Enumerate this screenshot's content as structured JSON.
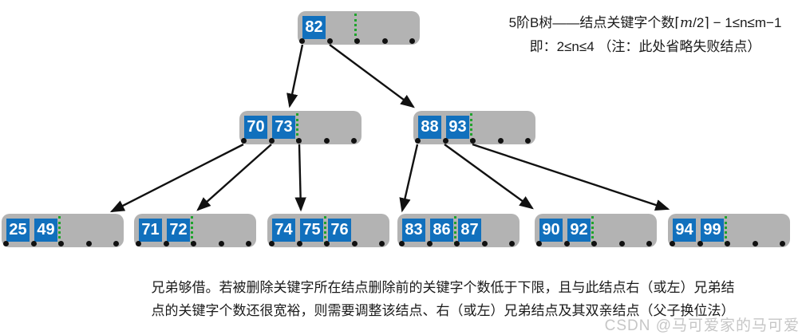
{
  "annotation": {
    "line1_prefix": "5阶B树——结点关键字个数⌈",
    "line1_var": "m",
    "line1_suffix": "/2⌉ − 1≤n≤m−1",
    "line2": "即：2≤n≤4 （注：此处省略失败结点）"
  },
  "tree": {
    "type": "b-tree",
    "order": "5",
    "root": {
      "keys": [
        "82"
      ]
    },
    "internal": [
      {
        "keys": [
          "70",
          "73"
        ]
      },
      {
        "keys": [
          "88",
          "93"
        ]
      }
    ],
    "leaves": [
      {
        "keys": [
          "25",
          "49"
        ]
      },
      {
        "keys": [
          "71",
          "72"
        ]
      },
      {
        "keys": [
          "74",
          "75",
          "76"
        ]
      },
      {
        "keys": [
          "83",
          "86",
          "87"
        ]
      },
      {
        "keys": [
          "90",
          "92"
        ]
      },
      {
        "keys": [
          "94",
          "99"
        ]
      }
    ]
  },
  "footer": {
    "line1": "兄弟够借。若被删除关键字所在结点删除前的关键字个数低于下限，且与此结点右（或左）兄弟结",
    "line2": "点的关键字个数还很宽裕，则需要调整该结点、右（或左）兄弟结点及其双亲结点（父子换位法）"
  },
  "watermark": "CSDN @马可爱家的马可爱",
  "colors": {
    "node_fill": "#b3b3b3",
    "key_fill": "#1170bd",
    "key_text": "#ffffff",
    "divider_green": "#1fa32c",
    "edge_black": "#111111",
    "watermark_gray": "#c6c6c6"
  }
}
